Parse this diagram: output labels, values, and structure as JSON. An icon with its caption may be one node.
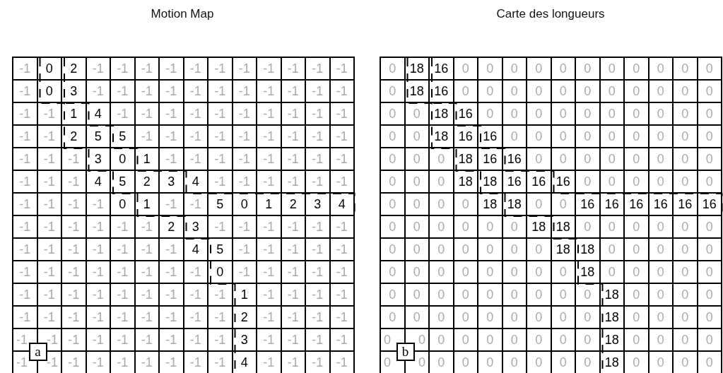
{
  "diagram": {
    "labels": [
      "Motion Map",
      "-1",
      "0",
      "2",
      "-1",
      "-1",
      "-1",
      "-1",
      "-1",
      "-1",
      "-1",
      "-1",
      "-1",
      "-1",
      "-1",
      "-1",
      "0",
      "3",
      "-1",
      "-1",
      "-1",
      "-1",
      "-1",
      "-1",
      "-1",
      "-1",
      "-1",
      "-1",
      "-1",
      "-1",
      "-1",
      "1",
      "4",
      "-1",
      "-1",
      "-1",
      "-1",
      "-1",
      "-1",
      "-1",
      "-1",
      "-1",
      "-1",
      "-1",
      "-1",
      "2",
      "5",
      "5",
      "-1",
      "-1",
      "-1",
      "-1",
      "-1",
      "-1",
      "-1",
      "-1",
      "-1",
      "-1",
      "-1",
      "-1",
      "3",
      "0",
      "1",
      "-1",
      "-1",
      "-1",
      "-1",
      "-1",
      "-1",
      "-1",
      "-1",
      "-1",
      "-1",
      "-1",
      "4",
      "5",
      "2",
      "3",
      "4",
      "-1",
      "-1",
      "-1",
      "-1",
      "-1",
      "-1",
      "-1",
      "-1",
      "-1",
      "-1",
      "0",
      "1",
      "-1",
      "-1",
      "5",
      "0",
      "1",
      "2",
      "3",
      "4",
      "-1",
      "-1",
      "-1",
      "-1",
      "-1",
      "-1",
      "2",
      "3",
      "-1",
      "-1",
      "-1",
      "-1",
      "-1",
      "-1",
      "-1",
      "-1",
      "-1",
      "-1",
      "-1",
      "-1",
      "-1",
      "4",
      "5",
      "-1",
      "-1",
      "-1",
      "-1",
      "-1",
      "-1",
      "-1",
      "-1",
      "-1",
      "-1",
      "-1",
      "-1",
      "-1",
      "0",
      "-1",
      "-1",
      "-1",
      "-1",
      "-1",
      "-1",
      "-1",
      "-1",
      "-1",
      "-1",
      "-1",
      "-1",
      "-1",
      "-1",
      "1",
      "-1",
      "-1",
      "-1",
      "-1",
      "-1",
      "-1",
      "-1",
      "-1",
      "-1",
      "-1",
      "-1",
      "-1",
      "-1",
      "2",
      "-1",
      "-1",
      "-1",
      "-1",
      "-1",
      "-1",
      "-1",
      "-1",
      "-1",
      "-1",
      "-1",
      "-1",
      "-1",
      "3",
      "-1",
      "-1",
      "-1",
      "-1",
      "-1",
      "-1",
      "-1",
      "-1",
      "-1",
      "-1",
      "-1",
      "-1",
      "-1",
      "4",
      "-1",
      "-1",
      "-1",
      "-1",
      "a",
      "Carte des longueurs",
      "0",
      "18",
      "16",
      "0",
      "0",
      "0",
      "0",
      "0",
      "0",
      "0",
      "0",
      "0",
      "0",
      "0",
      "0",
      "18",
      "16",
      "0",
      "0",
      "0",
      "0",
      "0",
      "0",
      "0",
      "0",
      "0",
      "0",
      "0",
      "0",
      "0",
      "18",
      "16",
      "0",
      "0",
      "0",
      "0",
      "0",
      "0",
      "0",
      "0",
      "0",
      "0",
      "0",
      "0",
      "18",
      "16",
      "16",
      "0",
      "0",
      "0",
      "0",
      "0",
      "0",
      "0",
      "0",
      "0",
      "0",
      "0",
      "0",
      "18",
      "16",
      "16",
      "0",
      "0",
      "0",
      "0",
      "0",
      "0",
      "0",
      "0",
      "0",
      "0",
      "0",
      "18",
      "18",
      "16",
      "16",
      "16",
      "0",
      "0",
      "0",
      "0",
      "0",
      "0",
      "0",
      "0",
      "0",
      "0",
      "18",
      "18",
      "0",
      "0",
      "16",
      "16",
      "16",
      "16",
      "16",
      "16",
      "0",
      "0",
      "0",
      "0",
      "0",
      "0",
      "18",
      "18",
      "0",
      "0",
      "0",
      "0",
      "0",
      "0",
      "0",
      "0",
      "0",
      "0",
      "0",
      "0",
      "0",
      "18",
      "18",
      "0",
      "0",
      "0",
      "0",
      "0",
      "0",
      "0",
      "0",
      "0",
      "0",
      "0",
      "0",
      "0",
      "18",
      "0",
      "0",
      "0",
      "0",
      "0",
      "0",
      "0",
      "0",
      "0",
      "0",
      "0",
      "0",
      "0",
      "0",
      "18",
      "0",
      "0",
      "0",
      "0",
      "0",
      "0",
      "0",
      "0",
      "0",
      "0",
      "0",
      "0",
      "0",
      "18",
      "0",
      "0",
      "0",
      "0",
      "0",
      "0",
      "0",
      "0",
      "0",
      "0",
      "0",
      "0",
      "0",
      "18",
      "0",
      "0",
      "0",
      "0",
      "0",
      "0",
      "0",
      "0",
      "0",
      "0",
      "0",
      "0",
      "0",
      "18",
      "0",
      "0",
      "0",
      "0",
      "b"
    ]
  }
}
